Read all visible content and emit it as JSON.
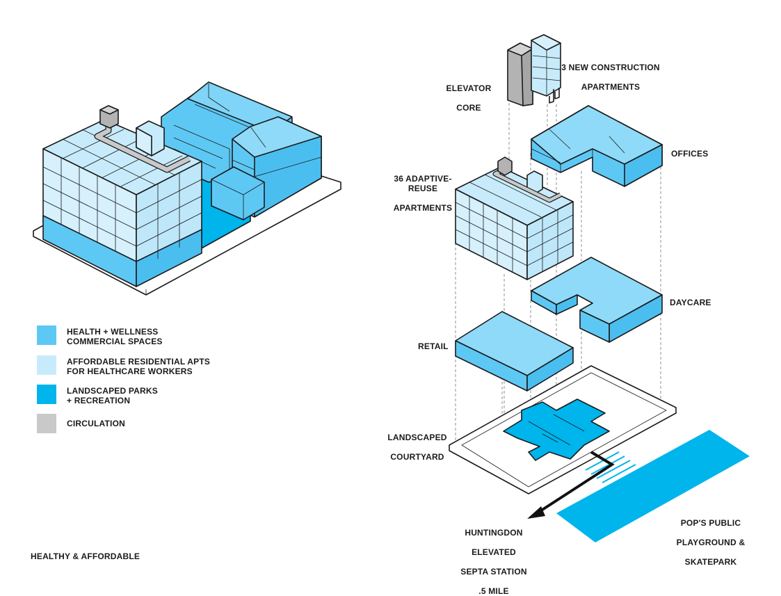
{
  "colors": {
    "commercial": "#5ec8f4",
    "residential": "#c8ebfb",
    "parks": "#00b4ec",
    "circulation": "#c9c9c9",
    "outline": "#1a1a1a"
  },
  "legend": [
    {
      "key": "commercial",
      "line1": "HEALTH + WELLNESS",
      "line2": "COMMERCIAL SPACES"
    },
    {
      "key": "residential",
      "line1": "AFFORDABLE RESIDENTIAL APTS",
      "line2": "FOR HEALTHCARE WORKERS"
    },
    {
      "key": "parks",
      "line1": "LANDSCAPED PARKS",
      "line2": "+ RECREATION"
    },
    {
      "key": "circulation",
      "line1": "CIRCULATION",
      "line2": ""
    }
  ],
  "caption": "HEALTHY & AFFORDABLE",
  "labels": {
    "new_construction": {
      "line1": "3 NEW CONSTRUCTION",
      "line2": "APARTMENTS"
    },
    "elevator_core": {
      "line1": "ELEVATOR",
      "line2": "CORE"
    },
    "offices": "OFFICES",
    "adaptive_reuse": {
      "line1": "36 ADAPTIVE-REUSE",
      "line2": "APARTMENTS"
    },
    "daycare": "DAYCARE",
    "retail": "RETAIL",
    "courtyard": {
      "line1": "LANDSCAPED",
      "line2": "COURTYARD"
    },
    "station": {
      "line1": "HUNTINGDON",
      "line2": "ELEVATED",
      "line3": "SEPTA STATION",
      "line4": ".5 MILE"
    },
    "playground": {
      "line1": "POP'S PUBLIC",
      "line2": "PLAYGROUND &",
      "line3": "SKATEPARK"
    }
  }
}
